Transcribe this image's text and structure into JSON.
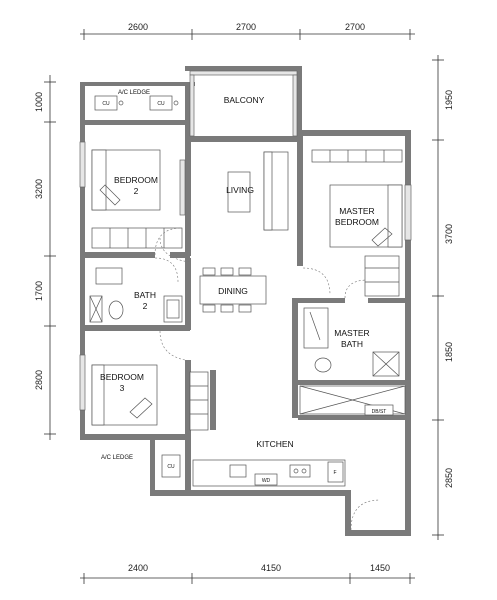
{
  "dimensions": {
    "top": [
      "2600",
      "2700",
      "2700"
    ],
    "bottom": [
      "2400",
      "4150",
      "1450"
    ],
    "left": [
      "1000",
      "3200",
      "1700",
      "2800"
    ],
    "right": [
      "1950",
      "3700",
      "1850",
      "2850"
    ]
  },
  "rooms": {
    "ac_ledge_top": "A/C LEDGE",
    "cu_1": "CU",
    "cu_2": "CU",
    "balcony": "BALCONY",
    "bedroom2_line1": "BEDROOM",
    "bedroom2_line2": "2",
    "living": "LIVING",
    "master_bedroom_line1": "MASTER",
    "master_bedroom_line2": "BEDROOM",
    "bath2_line1": "BATH",
    "bath2_line2": "2",
    "dining": "DINING",
    "master_bath_line1": "MASTER",
    "master_bath_line2": "BATH",
    "bedroom3_line1": "BEDROOM",
    "bedroom3_line2": "3",
    "db_st": "DB/ST",
    "kitchen": "KITCHEN",
    "ac_ledge_bottom": "A/C LEDGE",
    "cu_3": "CU",
    "wd": "WD",
    "fridge": "F"
  }
}
